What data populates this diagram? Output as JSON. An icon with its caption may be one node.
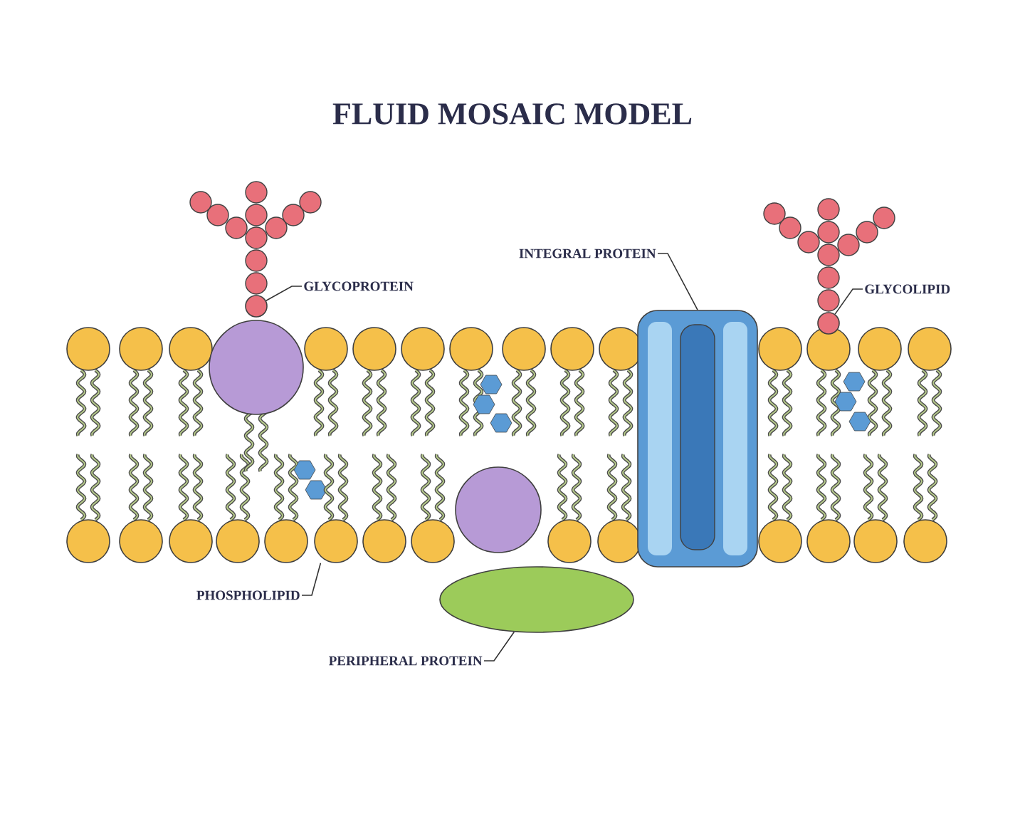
{
  "diagram": {
    "title": "FLUID MOSAIC MODEL",
    "nodes": [
      {
        "text": [
          "GLYCOPROTEIN"
        ]
      },
      {
        "text": [],
        "shape": "circle"
      },
      {
        "text": [
          "INTEGRAL PROTEIN"
        ]
      },
      {
        "text": [],
        "shape": "box"
      },
      {
        "text": [
          "GLYCOLIPID"
        ]
      },
      {
        "text": [],
        "shape": "circle"
      },
      {
        "text": [
          "PHOSPHOLIPID"
        ]
      },
      {
        "text": [],
        "shape": "picture"
      },
      {
        "text": [
          "PERIPHERAL PROTEIN"
        ]
      },
      {
        "text": [],
        "shape": "ellipse"
      }
    ],
    "edges": [
      {
        "from": 0,
        "to": 1,
        "arrow": "none"
      },
      {
        "from": 2,
        "to": 3,
        "arrow": "none"
      },
      {
        "from": 4,
        "to": 5,
        "arrow": "none"
      },
      {
        "from": 6,
        "to": 7,
        "arrow": "none"
      },
      {
        "from": 8,
        "to": 9,
        "arrow": "none"
      }
    ]
  }
}
